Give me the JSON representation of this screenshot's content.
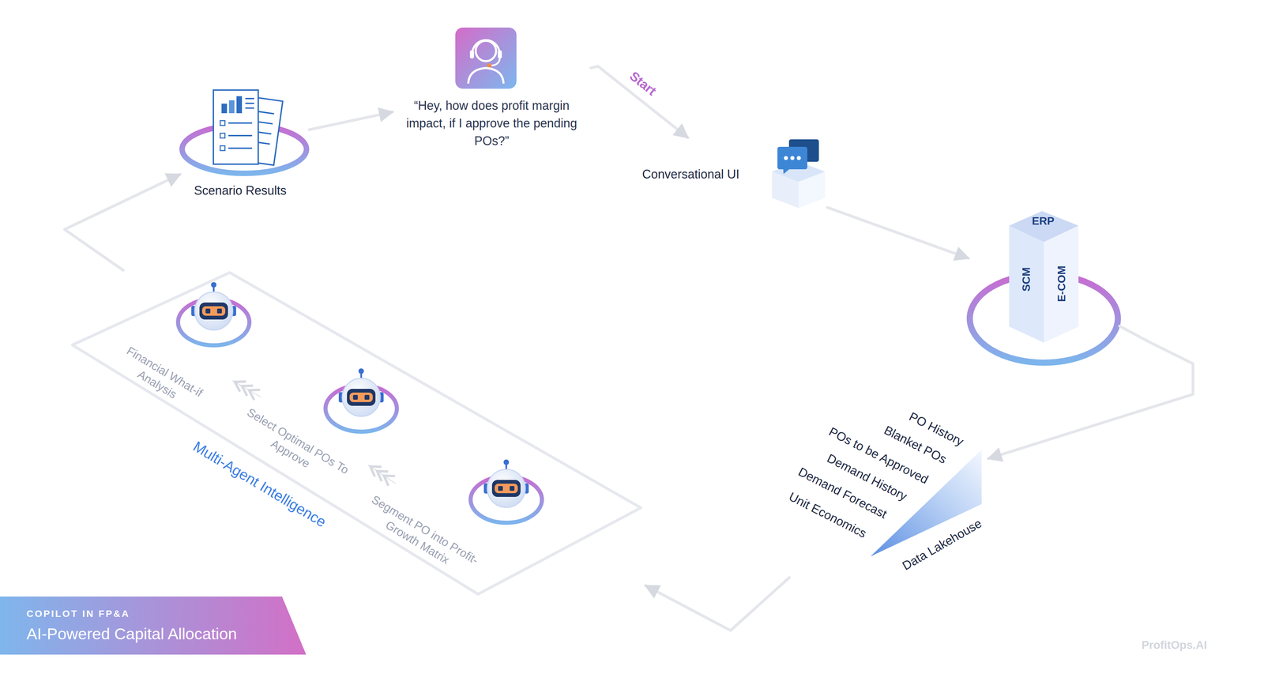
{
  "diagram": {
    "nodes": [
      {
        "text": [
          "Scenario Results"
        ]
      },
      {
        "text": [
          "“Hey, how does profit margin impact, if I approve the pending POs?”"
        ]
      },
      {
        "text": [
          "Conversational UI"
        ]
      },
      {
        "text": [
          "ERP",
          "SCM",
          "E-COM"
        ]
      },
      {
        "text": [
          "PO History",
          "Blanket POs",
          "POs to be Approved",
          "Demand History",
          "Demand Forecast",
          "Unit Economics",
          "Data Lakehouse"
        ]
      },
      {
        "text": [
          "Multi-Agent Intelligence"
        ]
      },
      {
        "text": [
          "Segment PO into Profit-Growth Matrix"
        ],
        "in": 5
      },
      {
        "text": [
          "Select Optimal POs To Approve"
        ],
        "in": 5
      },
      {
        "text": [
          "Financial What-if Analysis"
        ],
        "in": 5
      },
      {
        "text": [
          "COPILOT IN FP&A",
          "AI-Powered Capital Allocation"
        ]
      }
    ],
    "edges": [
      {
        "from": 1,
        "to": 2,
        "arrow": "to",
        "label": "Start"
      },
      {
        "from": 2,
        "to": 3,
        "arrow": "to"
      },
      {
        "from": 3,
        "to": 4,
        "arrow": "to"
      },
      {
        "from": 4,
        "to": 5,
        "arrow": "to"
      },
      {
        "from": 6,
        "to": 7,
        "arrow": "to"
      },
      {
        "from": 7,
        "to": 8,
        "arrow": "to"
      },
      {
        "from": 5,
        "to": 0,
        "arrow": "to"
      },
      {
        "from": 0,
        "to": 1,
        "arrow": "to"
      }
    ],
    "labels": [
      "ProfitOps.AI"
    ]
  }
}
